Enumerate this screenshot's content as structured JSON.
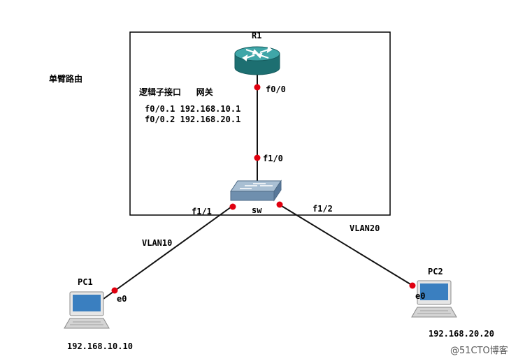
{
  "title": "单臂路由",
  "router": {
    "name": "R1",
    "upper_port": "f0/0"
  },
  "switch": {
    "name": "sw",
    "uplink_port": "f1/0",
    "left_port": "f1/1",
    "right_port": "f1/2"
  },
  "subinterfaces": {
    "header_left": "逻辑子接口",
    "header_right": "网关",
    "rows": [
      {
        "iface": "f0/0.1",
        "ip": "192.168.10.1"
      },
      {
        "iface": "f0/0.2",
        "ip": "192.168.20.1"
      }
    ]
  },
  "vlans": {
    "left": "VLAN10",
    "right": "VLAN20"
  },
  "pc1": {
    "name": "PC1",
    "port": "e0",
    "ip": "192.168.10.10"
  },
  "pc2": {
    "name": "PC2",
    "port": "e0",
    "ip": "192.168.20.20"
  },
  "watermark": "@51CTO博客",
  "colors": {
    "link": "#111111",
    "port_dot": "#e0000f",
    "router_body": "#2a8a8c",
    "switch_body": "#7f9bb5",
    "pc_screen": "#3a7fc0"
  }
}
